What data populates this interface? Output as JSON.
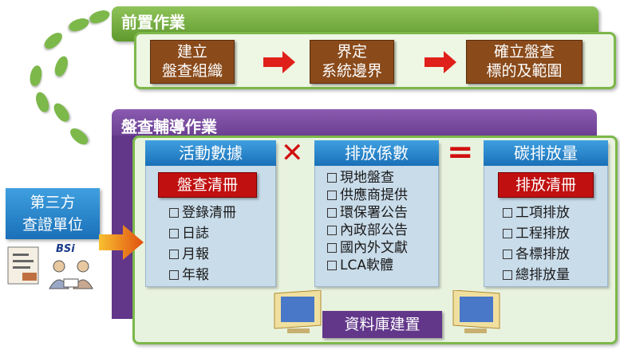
{
  "top": {
    "title": "前置作業",
    "steps": [
      {
        "line1": "建立",
        "line2": "盤查組織"
      },
      {
        "line1": "界定",
        "line2": "系統邊界"
      },
      {
        "line1": "確立盤查",
        "line2": "標的及範圍"
      }
    ]
  },
  "middle": {
    "title": "盤查輔導作業",
    "activity": {
      "header": "活動數據",
      "label": "盤查清冊",
      "items": [
        "登錄清冊",
        "日誌",
        "月報",
        "年報"
      ]
    },
    "factor": {
      "header": "排放係數",
      "items": [
        "現地盤查",
        "供應商提供",
        "環保署公告",
        "內政部公告",
        "國內外文獻",
        "LCA軟體"
      ]
    },
    "emission": {
      "header": "碳排放量",
      "label": "排放清冊",
      "items": [
        "工項排放",
        "工程排放",
        "各標排放",
        "總排放量"
      ]
    },
    "multiply_symbol": "✕",
    "equals_symbol": "="
  },
  "verifier": {
    "line1": "第三方",
    "line2": "查證單位",
    "logo": "BSi"
  },
  "database": {
    "label": "資料庫建置"
  },
  "colors": {
    "green": "#7cb84a",
    "purple": "#62378a",
    "brown": "#8a4a1a",
    "red": "#c01010",
    "blue": "#1a70b8"
  }
}
